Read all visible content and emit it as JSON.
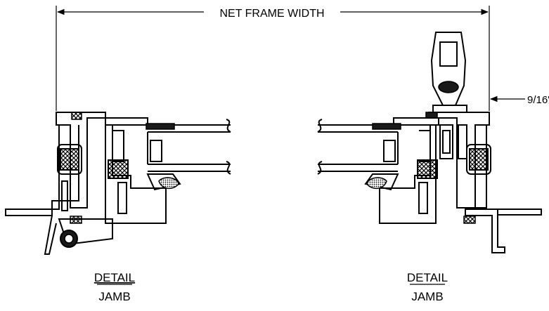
{
  "dimension": {
    "net_frame_width_label": "NET FRAME WIDTH",
    "offset_label": "9/16\""
  },
  "details": [
    {
      "title": "DETAIL",
      "subtitle": "JAMB"
    },
    {
      "title": "DETAIL",
      "subtitle": "JAMB"
    }
  ],
  "colors": {
    "line": "#000000",
    "background": "#ffffff"
  }
}
